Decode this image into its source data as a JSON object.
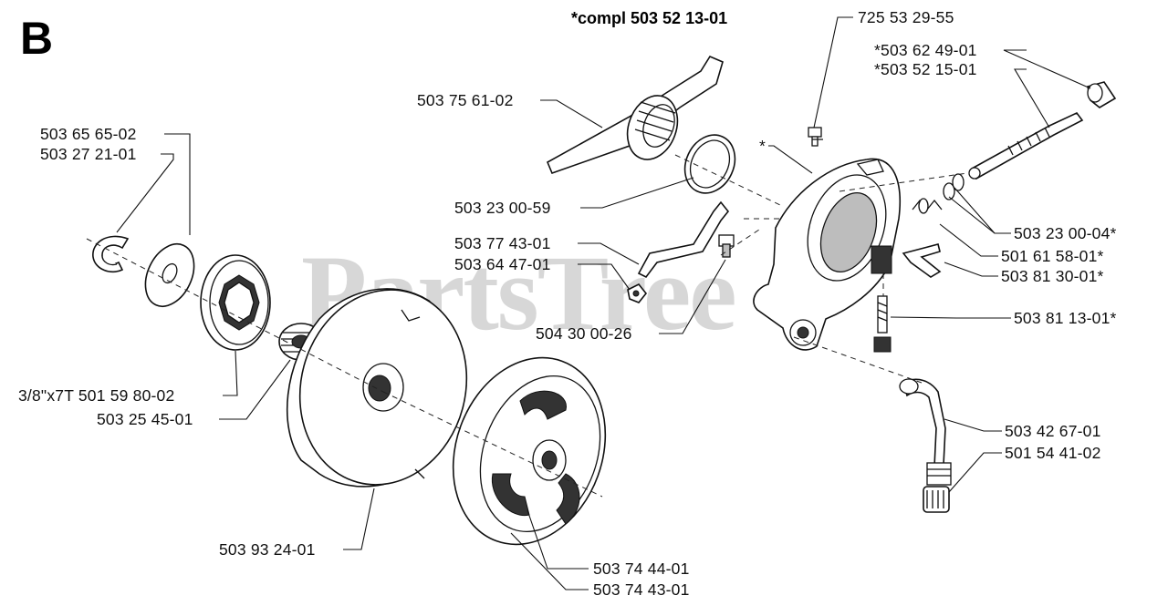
{
  "section_letter": "B",
  "kit_title": "*compl 503 52 13-01",
  "watermark": "PartsTree",
  "labels": {
    "l01": "503 65 65-02",
    "l02": "503 27 21-01",
    "l03": "3/8\"x7T 501 59 80-02",
    "l04": "503 25 45-01",
    "l05": "503 93 24-01",
    "l06": "503 74 44-01",
    "l07": "503 74 43-01",
    "l08": "503 75 61-02",
    "l09": "503 23 00-59",
    "l10": "503 77 43-01",
    "l11": "503 64 47-01",
    "l12": "504 30 00-26",
    "l13": "725 53 29-55",
    "l14": "*503 62 49-01",
    "l15": "*503 52 15-01",
    "l16": "*",
    "l17": "503 23 00-04*",
    "l18": "501 61 58-01*",
    "l19": "503 81 30-01*",
    "l20": "503 81 13-01*",
    "l21": "503 42 67-01",
    "l22": "501 54 41-02"
  }
}
